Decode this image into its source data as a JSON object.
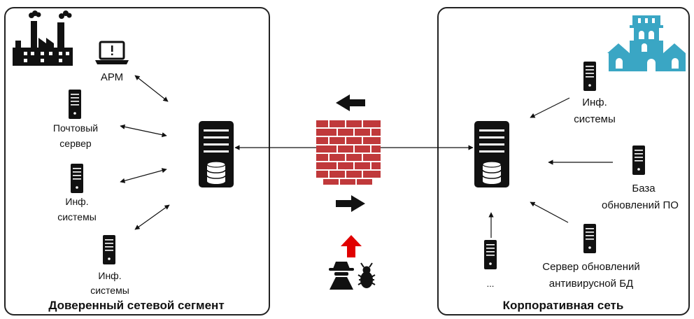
{
  "left_segment": {
    "title": "Доверенный сетевой сегмент",
    "nodes": {
      "arm": "АРМ",
      "mail_1": "Почтовый",
      "mail_2": "сервер",
      "inf1_1": "Инф.",
      "inf1_2": "системы",
      "inf2_1": "Инф.",
      "inf2_2": "системы"
    }
  },
  "right_segment": {
    "title": "Корпоративная сеть",
    "nodes": {
      "inf_1": "Инф.",
      "inf_2": "системы",
      "updates_1": "База",
      "updates_2": "обновлений ПО",
      "av_1": "Сервер обновлений",
      "av_2": "антивирусной БД",
      "more": "..."
    }
  },
  "icons": [
    "factory-icon",
    "laptop-icon",
    "server-icon",
    "database-server-icon",
    "firewall-icon",
    "arrow-icon",
    "hacker-icon",
    "bug-icon",
    "building-icon"
  ],
  "colors": {
    "firewall": "#c0393b",
    "attack_arrow": "#e00000",
    "building": "#3aa6c4",
    "line": "#111111"
  }
}
